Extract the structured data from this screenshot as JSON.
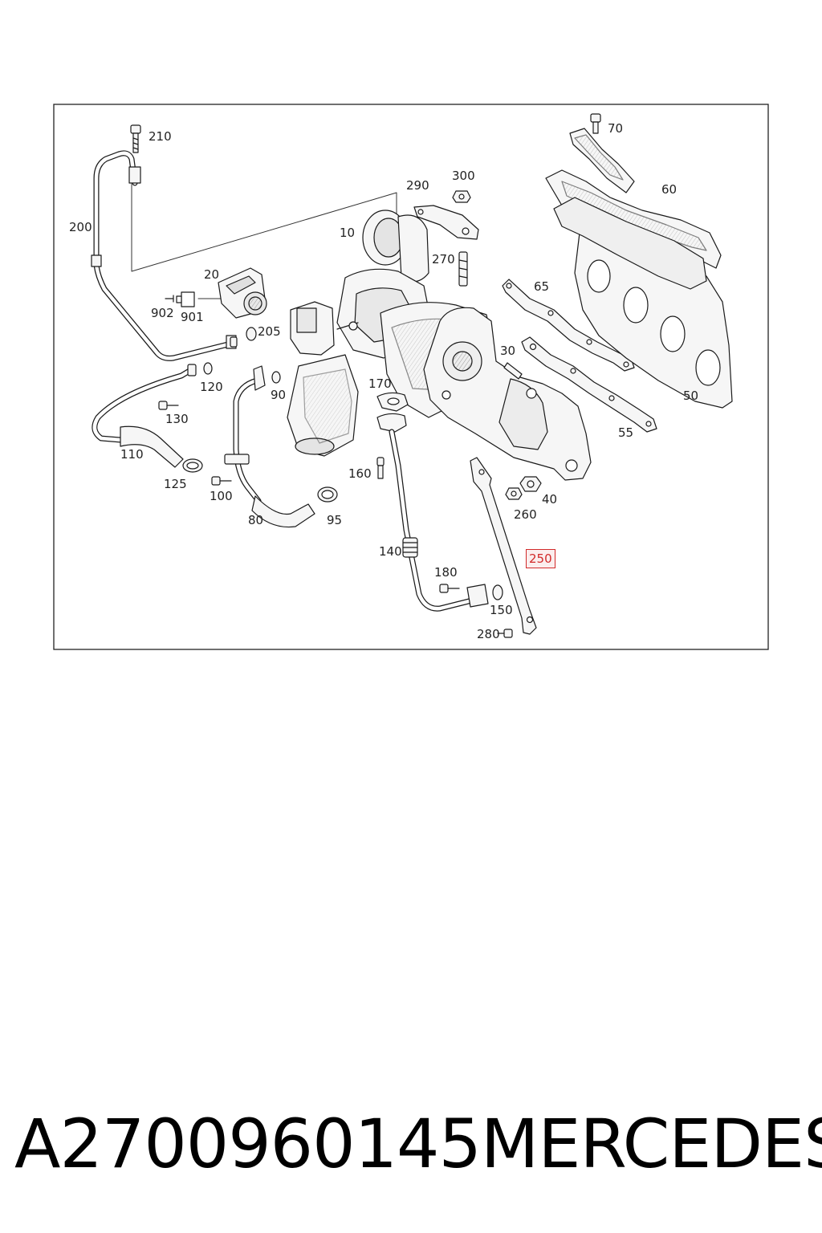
{
  "callouts": [
    {
      "id": "c210",
      "label": "210"
    },
    {
      "id": "c70",
      "label": "70"
    },
    {
      "id": "c290",
      "label": "290"
    },
    {
      "id": "c300",
      "label": "300"
    },
    {
      "id": "c60",
      "label": "60"
    },
    {
      "id": "c200",
      "label": "200"
    },
    {
      "id": "c10",
      "label": "10"
    },
    {
      "id": "c270",
      "label": "270"
    },
    {
      "id": "c20",
      "label": "20"
    },
    {
      "id": "c65",
      "label": "65"
    },
    {
      "id": "c902",
      "label": "902"
    },
    {
      "id": "c901",
      "label": "901"
    },
    {
      "id": "c205",
      "label": "205"
    },
    {
      "id": "c30",
      "label": "30"
    },
    {
      "id": "c120",
      "label": "120"
    },
    {
      "id": "c90",
      "label": "90"
    },
    {
      "id": "c170",
      "label": "170"
    },
    {
      "id": "c50",
      "label": "50"
    },
    {
      "id": "c130",
      "label": "130"
    },
    {
      "id": "c55",
      "label": "55"
    },
    {
      "id": "c110",
      "label": "110"
    },
    {
      "id": "c160",
      "label": "160"
    },
    {
      "id": "c125",
      "label": "125"
    },
    {
      "id": "c100",
      "label": "100"
    },
    {
      "id": "c40",
      "label": "40"
    },
    {
      "id": "c260",
      "label": "260"
    },
    {
      "id": "c80",
      "label": "80"
    },
    {
      "id": "c95",
      "label": "95"
    },
    {
      "id": "c140",
      "label": "140"
    },
    {
      "id": "c250",
      "label": "250",
      "highlighted": true
    },
    {
      "id": "c180",
      "label": "180"
    },
    {
      "id": "c150",
      "label": "150"
    },
    {
      "id": "c280",
      "label": "280"
    }
  ],
  "caption": {
    "part_number": "A2700960145",
    "brand": "MERCEDES"
  },
  "colors": {
    "line": "#1a1a1a",
    "frame": "#222222",
    "highlight": "#d22a2a",
    "part_fill": "#f6f6f6",
    "shade": "#cfcfcf"
  }
}
